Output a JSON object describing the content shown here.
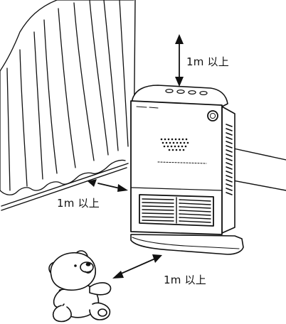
{
  "labels": {
    "top_clearance": "1m 以上",
    "side_clearance": "1m 以上",
    "front_clearance": "1m 以上"
  },
  "colors": {
    "line": "#111111",
    "background": "#ffffff"
  },
  "icons": {
    "heater": "ceramic-fan-heater",
    "curtain": "curtain",
    "toy": "teddy-bear",
    "arrow": "double-headed-arrow"
  }
}
